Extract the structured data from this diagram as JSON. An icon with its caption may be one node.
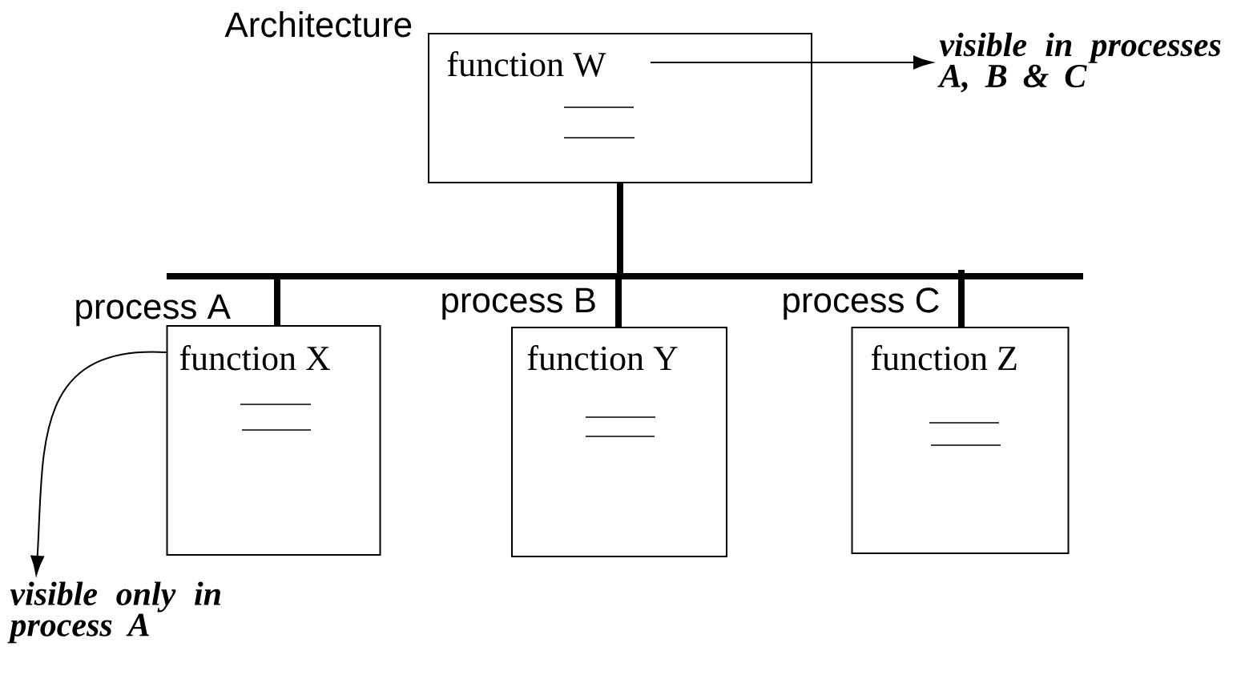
{
  "diagram": {
    "nodes": [
      {
        "text": [
          "Architecture",
          "function W"
        ]
      },
      {
        "text": [
          "process A",
          "function X"
        ]
      },
      {
        "text": [
          "process B",
          "function Y"
        ]
      },
      {
        "text": [
          "process C",
          "function Z"
        ]
      },
      {
        "text": [],
        "shape": "bar"
      },
      {
        "text": [
          "visible in processes A, B & C"
        ]
      },
      {
        "text": [
          "visible only in process A"
        ]
      }
    ],
    "edges": [
      {
        "from": 0,
        "to": 4,
        "arrow": "none"
      },
      {
        "from": 4,
        "to": 1,
        "arrow": "none"
      },
      {
        "from": 4,
        "to": 2,
        "arrow": "none"
      },
      {
        "from": 4,
        "to": 3,
        "arrow": "none"
      },
      {
        "from": 0,
        "to": 5,
        "arrow": "to"
      },
      {
        "from": 1,
        "to": 6,
        "arrow": "to"
      }
    ]
  }
}
